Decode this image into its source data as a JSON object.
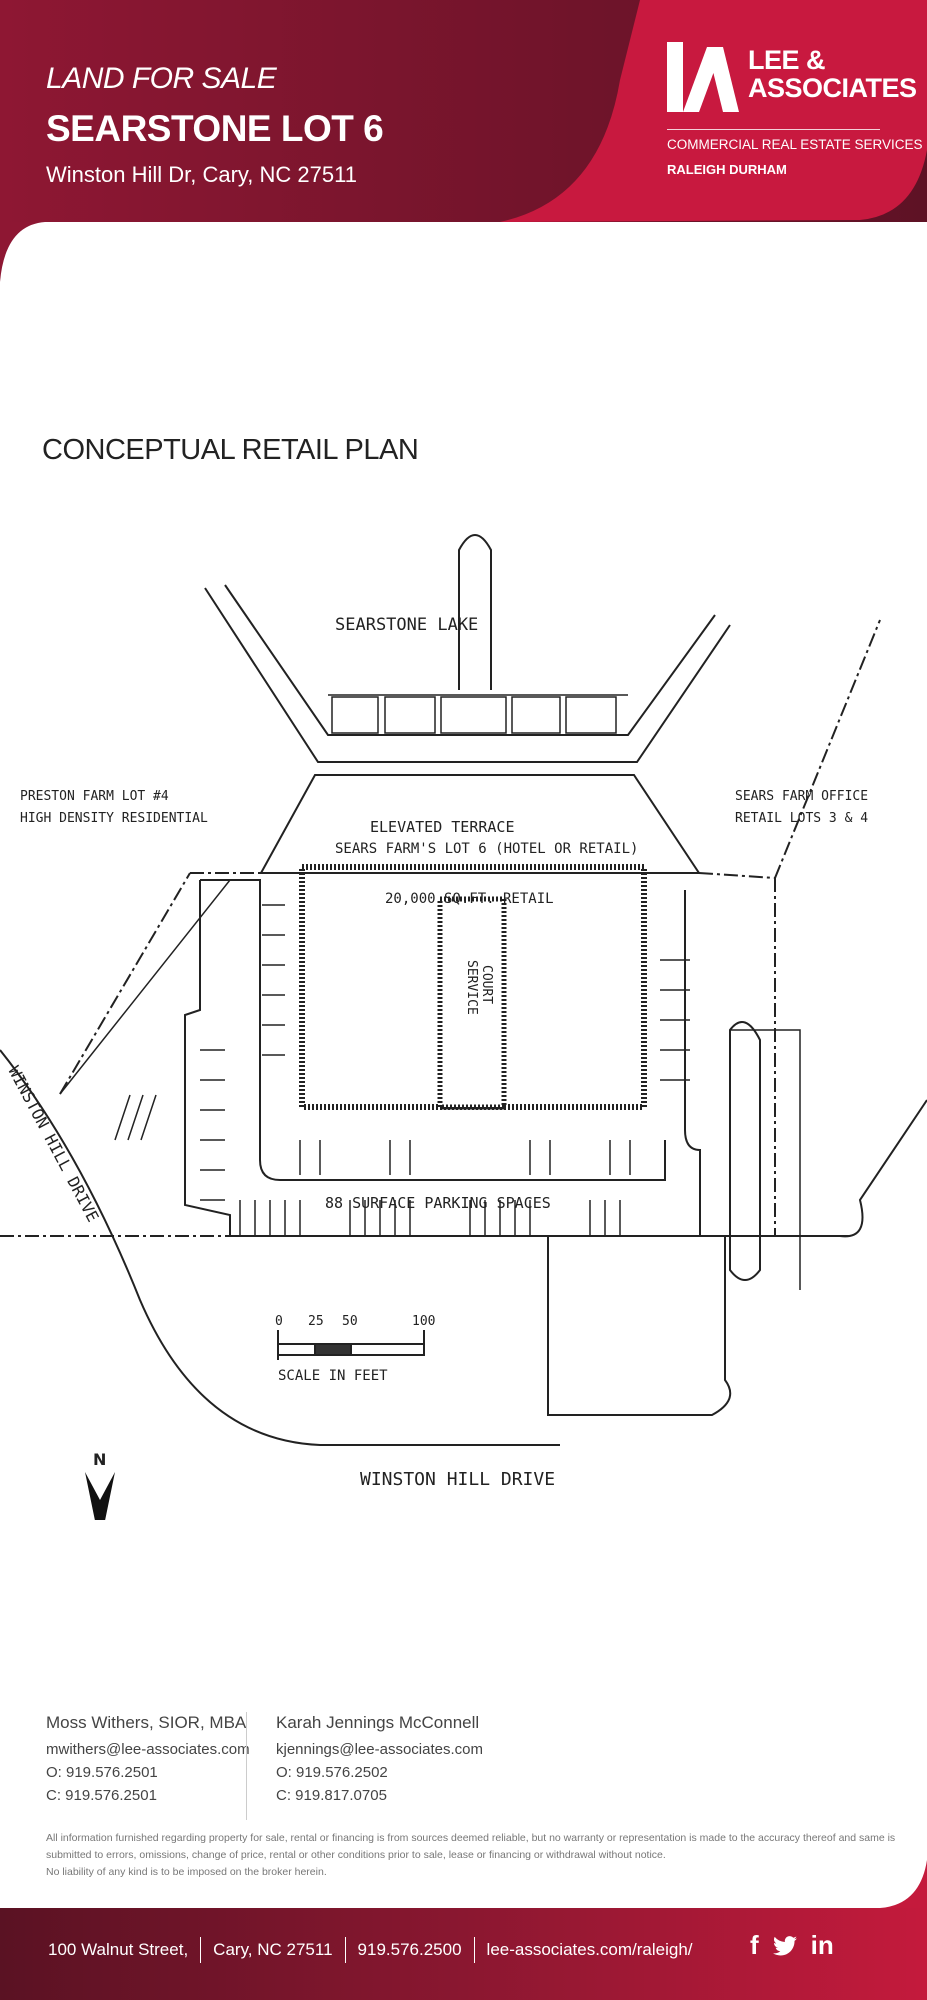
{
  "header": {
    "eyebrow": "LAND FOR SALE",
    "title": "SEARSTONE LOT 6",
    "address": "Winston Hill Dr, Cary, NC 27511",
    "logo_name_line1": "LEE &",
    "logo_name_line2": "ASSOCIATES",
    "logo_tagline": "COMMERCIAL REAL ESTATE SERVICES",
    "logo_city": "RALEIGH DURHAM",
    "colors": {
      "dark": "#7a1429",
      "accent": "#c8193f"
    }
  },
  "section_title": "CONCEPTUAL RETAIL PLAN",
  "plan": {
    "lake": "SEARSTONE LAKE",
    "terrace": "ELEVATED TERRACE",
    "lot": "SEARS FARM'S LOT 6 (HOTEL OR RETAIL)",
    "retail": "20,000 SQ.FT. RETAIL",
    "service_1": "SERVICE",
    "service_2": "COURT",
    "parking": "88 SURFACE PARKING SPACES",
    "preston_1": "PRESTON FARM LOT #4",
    "preston_2": "HIGH DENSITY RESIDENTIAL",
    "sears_1": "SEARS FARM OFFICE",
    "sears_2": "RETAIL LOTS 3 & 4",
    "road_left": "WINSTON HILL DRIVE",
    "road_bottom": "WINSTON HILL DRIVE",
    "scale_label": "SCALE IN FEET",
    "scale_ticks": [
      "0",
      "25",
      "50",
      "100"
    ],
    "north": "N"
  },
  "contacts": [
    {
      "name": "Moss Withers, SIOR, MBA",
      "email": "mwithers@lee-associates.com",
      "office": "O:  919.576.2501",
      "cell": "C:  919.576.2501"
    },
    {
      "name": "Karah Jennings McConnell",
      "email": "kjennings@lee-associates.com",
      "office": "O:  919.576.2502",
      "cell": "C:  919.817.0705"
    }
  ],
  "disclaimer": [
    "All information furnished regarding property for sale, rental or financing is from sources deemed reliable, but no warranty or representation is made to the accuracy thereof and same is submitted to errors, omissions, change of price, rental or other conditions prior to sale, lease or financing or withdrawal without notice.",
    "No liability of any kind is to be imposed on the broker herein."
  ],
  "footer": {
    "street": "100 Walnut Street,",
    "city": "Cary, NC 27511",
    "phone": "919.576.2500",
    "website": "lee-associates.com/raleigh/",
    "social": [
      "facebook-icon",
      "twitter-icon",
      "linkedin-icon"
    ],
    "linkedin_label": "in",
    "facebook_label": "f"
  }
}
